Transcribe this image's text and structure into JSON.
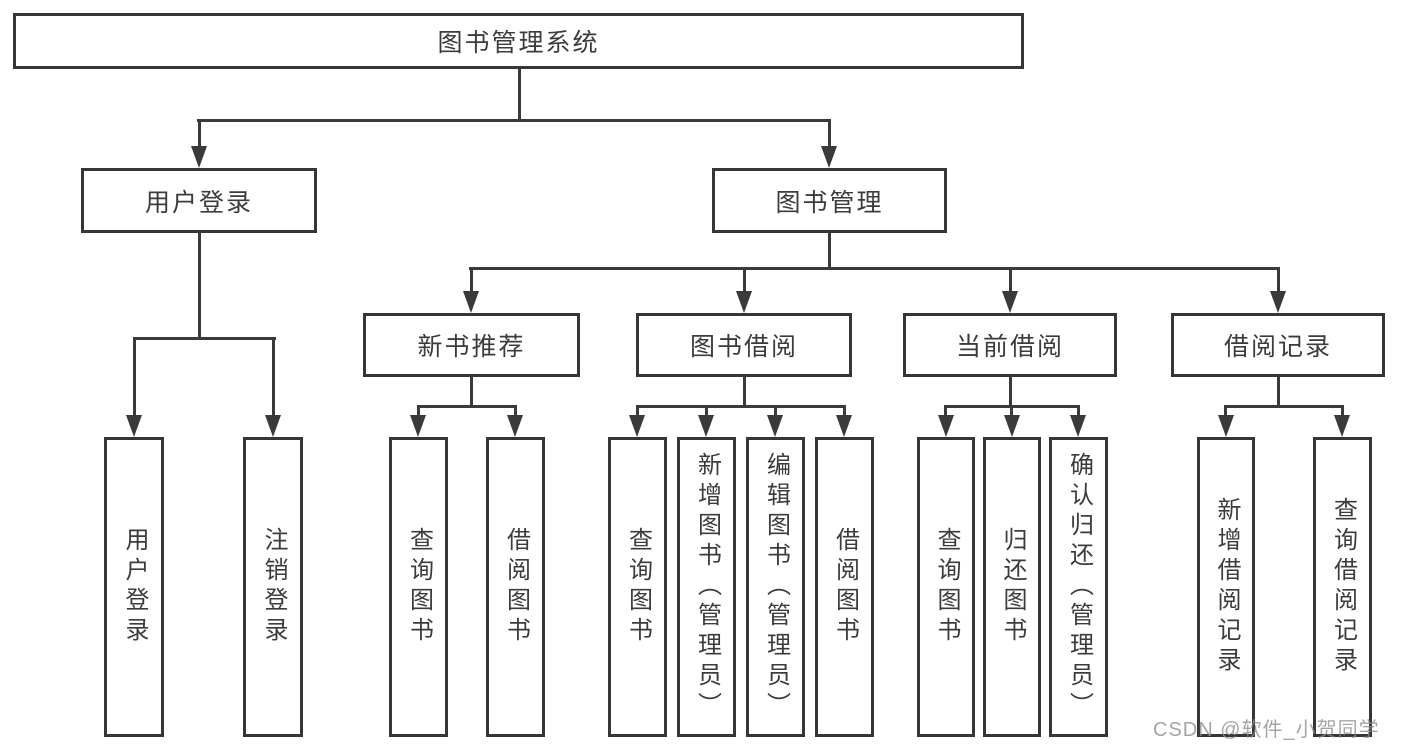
{
  "diagram": {
    "root": "图书管理系统",
    "branches": [
      {
        "label": "用户登录",
        "children": [
          "用户登录",
          "注销登录"
        ]
      },
      {
        "label": "图书管理",
        "groups": [
          {
            "label": "新书推荐",
            "children": [
              "查询图书",
              "借阅图书"
            ]
          },
          {
            "label": "图书借阅",
            "children": [
              "查询图书",
              "新增图书（管理员）",
              "编辑图书（管理员）",
              "借阅图书"
            ]
          },
          {
            "label": "当前借阅",
            "children": [
              "查询图书",
              "归还图书",
              "确认归还（管理员）"
            ]
          },
          {
            "label": "借阅记录",
            "children": [
              "新增借阅记录",
              "查询借阅记录"
            ]
          }
        ]
      }
    ]
  },
  "watermark": "CSDN @软件_小贺同学",
  "colors": {
    "line": "#3a3a3a",
    "text": "#3c3c3c",
    "box_border": "#363636",
    "watermark": "#8c8c8c",
    "background": "#ffffff"
  }
}
